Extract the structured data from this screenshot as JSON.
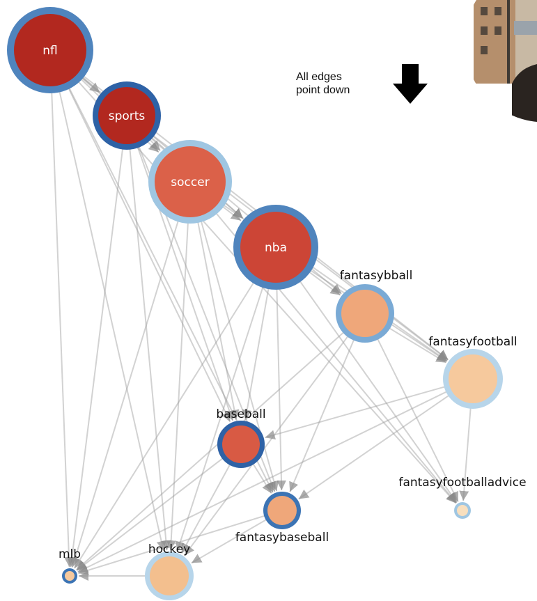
{
  "note": {
    "line1": "All edges",
    "line2": "point down",
    "arrow_icon": "down-arrow-icon"
  },
  "photo": {
    "icon": "photo-thumbnail"
  },
  "graph": {
    "nodes": [
      {
        "id": "nfl",
        "label": "nfl",
        "label_inside": true,
        "fill": "#b2281f",
        "ring": "#4f84bd"
      },
      {
        "id": "sports",
        "label": "sports",
        "label_inside": true,
        "fill": "#b2281f",
        "ring": "#2e62a6"
      },
      {
        "id": "soccer",
        "label": "soccer",
        "label_inside": true,
        "fill": "#db6149",
        "ring": "#9fc6e2"
      },
      {
        "id": "nba",
        "label": "nba",
        "label_inside": true,
        "fill": "#cc4536",
        "ring": "#4f84bd"
      },
      {
        "id": "fantasybball",
        "label": "fantasybball",
        "label_inside": false,
        "fill": "#efa77a",
        "ring": "#7aaad5"
      },
      {
        "id": "fantasyfootball",
        "label": "fantasyfootball",
        "label_inside": false,
        "fill": "#f6c99d",
        "ring": "#b7d5ea"
      },
      {
        "id": "baseball",
        "label": "baseball",
        "label_inside": false,
        "fill": "#d85a44",
        "ring": "#2e62a6"
      },
      {
        "id": "fantasyfootballadvice",
        "label": "fantasyfootballadvice",
        "label_inside": false,
        "fill": "#f8dfbe",
        "ring": "#9fc6e2"
      },
      {
        "id": "fantasybaseball",
        "label": "fantasybaseball",
        "label_inside": false,
        "fill": "#efa77a",
        "ring": "#3c74b4"
      },
      {
        "id": "mlb",
        "label": "mlb",
        "label_inside": false,
        "fill": "#f6c99d",
        "ring": "#3c74b4"
      },
      {
        "id": "hockey",
        "label": "hockey",
        "label_inside": false,
        "fill": "#f3bf8e",
        "ring": "#b7d5ea"
      }
    ],
    "edges": [
      [
        "nfl",
        "sports"
      ],
      [
        "nfl",
        "soccer"
      ],
      [
        "nfl",
        "nba"
      ],
      [
        "nfl",
        "fantasybball"
      ],
      [
        "nfl",
        "fantasyfootball"
      ],
      [
        "nfl",
        "baseball"
      ],
      [
        "nfl",
        "fantasybaseball"
      ],
      [
        "nfl",
        "mlb"
      ],
      [
        "nfl",
        "hockey"
      ],
      [
        "nfl",
        "fantasyfootballadvice"
      ],
      [
        "sports",
        "soccer"
      ],
      [
        "sports",
        "nba"
      ],
      [
        "sports",
        "fantasyfootball"
      ],
      [
        "sports",
        "baseball"
      ],
      [
        "sports",
        "mlb"
      ],
      [
        "sports",
        "hockey"
      ],
      [
        "sports",
        "fantasybaseball"
      ],
      [
        "soccer",
        "nba"
      ],
      [
        "soccer",
        "fantasyfootball"
      ],
      [
        "soccer",
        "baseball"
      ],
      [
        "soccer",
        "fantasybaseball"
      ],
      [
        "soccer",
        "mlb"
      ],
      [
        "soccer",
        "hockey"
      ],
      [
        "soccer",
        "fantasyfootballadvice"
      ],
      [
        "nba",
        "fantasybball"
      ],
      [
        "nba",
        "fantasyfootball"
      ],
      [
        "nba",
        "baseball"
      ],
      [
        "nba",
        "fantasybaseball"
      ],
      [
        "nba",
        "mlb"
      ],
      [
        "nba",
        "hockey"
      ],
      [
        "nba",
        "fantasyfootballadvice"
      ],
      [
        "fantasybball",
        "fantasyfootball"
      ],
      [
        "fantasybball",
        "fantasybaseball"
      ],
      [
        "fantasybball",
        "mlb"
      ],
      [
        "fantasybball",
        "hockey"
      ],
      [
        "fantasybball",
        "fantasyfootballadvice"
      ],
      [
        "fantasyfootball",
        "baseball"
      ],
      [
        "fantasyfootball",
        "fantasybaseball"
      ],
      [
        "fantasyfootball",
        "fantasyfootballadvice"
      ],
      [
        "fantasyfootball",
        "mlb"
      ],
      [
        "baseball",
        "fantasybaseball"
      ],
      [
        "baseball",
        "mlb"
      ],
      [
        "baseball",
        "hockey"
      ],
      [
        "fantasybaseball",
        "hockey"
      ],
      [
        "fantasybaseball",
        "mlb"
      ],
      [
        "hockey",
        "mlb"
      ]
    ]
  }
}
